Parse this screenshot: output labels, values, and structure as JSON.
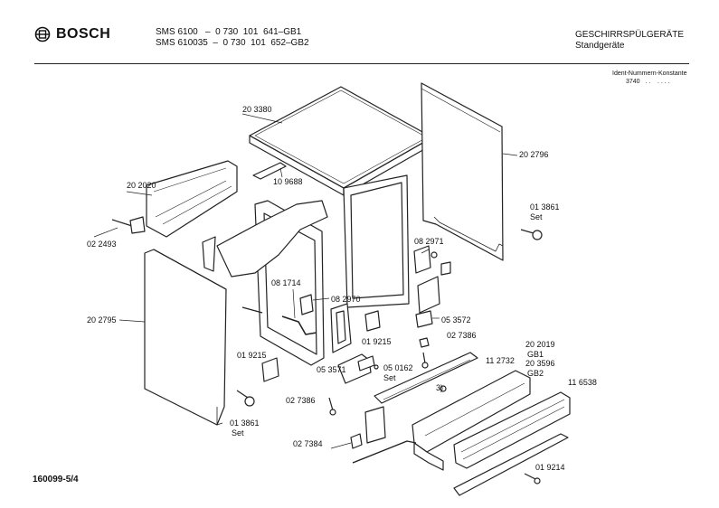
{
  "header": {
    "brand": "BOSCH",
    "model_line_1": "SMS 6100   –  0 730  101  641–GB1",
    "model_line_2": "SMS 610035  –  0 730  101  652–GB2",
    "category": "GESCHIRRSPÜLGERÄTE",
    "subcategory": "Standgeräte",
    "ident_label": "Ident-Nummern-Konstante",
    "ident_value": "3740   . .    . . . ."
  },
  "footer": {
    "page_ref": "160099-5/4"
  },
  "parts": {
    "p203380": "20 3380",
    "p202796": "20 2796",
    "p202020": "20 2020",
    "p109688": "10 9688",
    "p022493": "02 2493",
    "p013861_right": "01 3861",
    "set_right": "Set",
    "p082971": "08 2971",
    "p081714": "08 1714",
    "p082970": "08 2970",
    "p202795": "20 2795",
    "p053572": "05 3572",
    "p019215_mid": "01 9215",
    "p027386_right": "02 7386",
    "p019215_left": "01 9215",
    "p202019": "20  2019",
    "gb1": "GB1",
    "p203596": "20  3596",
    "gb2": "GB2",
    "p112732": "11 2732",
    "p116538": "11 6538",
    "p053571": "05 3571",
    "p050162": "05 0162",
    "set_mid": "Set",
    "note3": "3)",
    "p027386_left": "02 7386",
    "p013861_left": "01 3861",
    "set_left": "Set",
    "p027384": "02 7384",
    "p019214": "01 9214"
  }
}
